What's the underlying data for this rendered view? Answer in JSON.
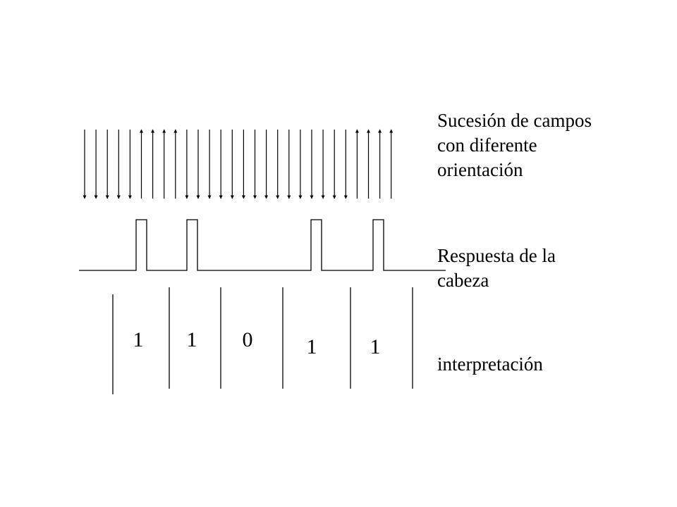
{
  "labels": {
    "fields": [
      "Sucesión de campos",
      "con diferente",
      "orientación"
    ],
    "head_response": [
      "Respuesta de la",
      "cabeza"
    ],
    "interpretation": [
      "interpretación"
    ]
  },
  "fields": {
    "orientations": [
      "down",
      "down",
      "down",
      "down",
      "down",
      "up",
      "up",
      "up",
      "up",
      "down",
      "down",
      "down",
      "down",
      "down",
      "down",
      "down",
      "down",
      "down",
      "down",
      "down",
      "down",
      "down",
      "down",
      "down",
      "up",
      "up",
      "up",
      "up"
    ]
  },
  "bits": [
    "1",
    "1",
    "0",
    "1",
    "1"
  ],
  "colors": {
    "ink": "#000000",
    "background": "#ffffff"
  }
}
